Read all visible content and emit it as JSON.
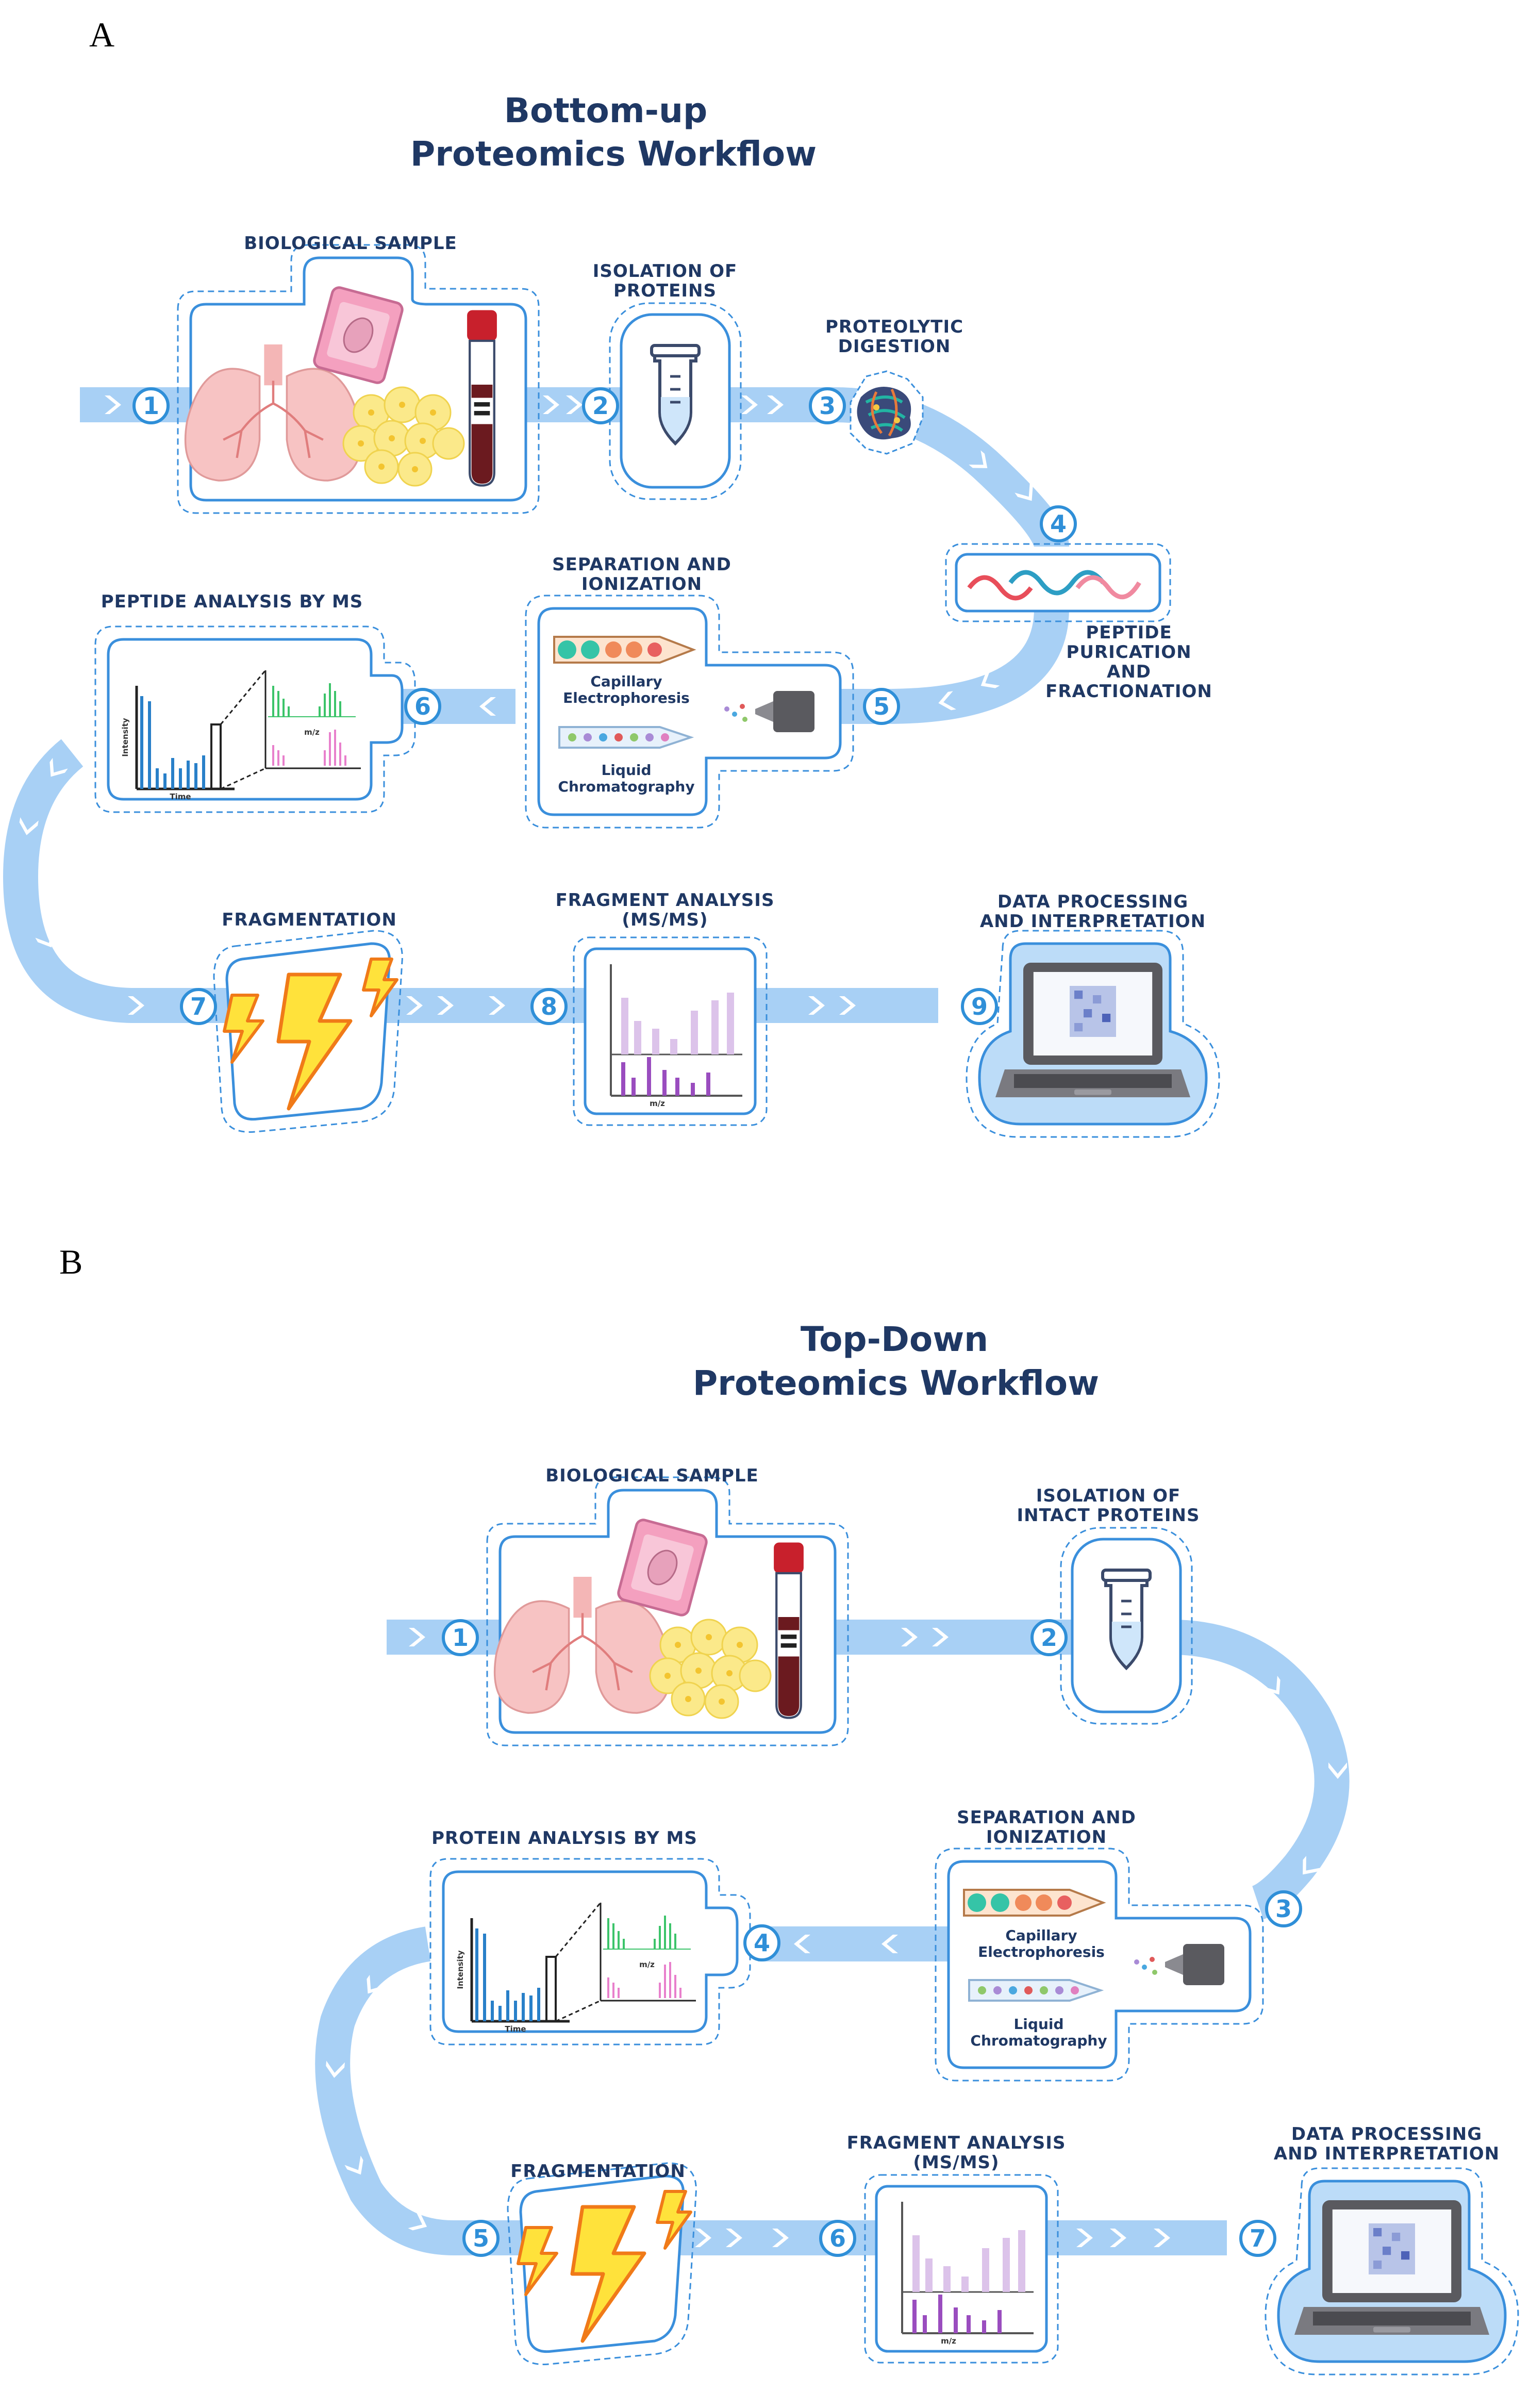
{
  "panel_a": {
    "letter": "A",
    "title_line1": "Bottom-up",
    "title_line2": "Proteomics Workflow",
    "steps": {
      "biological_sample": "BIOLOGICAL SAMPLE",
      "isolation_1": "ISOLATION OF",
      "isolation_2": "PROTEINS",
      "digestion_1": "PROTEOLYTIC",
      "digestion_2": "DIGESTION",
      "purification_1": "PEPTIDE",
      "purification_2": "PURICATION",
      "purification_3": "AND",
      "purification_4": "FRACTIONATION",
      "separation_1": "SEPARATION AND",
      "separation_2": "IONIZATION",
      "capillary_1": "Capillary",
      "capillary_2": "Electrophoresis",
      "liquid_1": "Liquid",
      "liquid_2": "Chromatography",
      "analysis": "PEPTIDE ANALYSIS BY MS",
      "fragmentation": "FRAGMENTATION",
      "fragment_1": "FRAGMENT ANALYSIS",
      "fragment_2": "(MS/MS)",
      "data_1": "DATA PROCESSING",
      "data_2": "AND INTERPRETATION"
    },
    "axis": {
      "intensity": "Intensity",
      "time": "Time",
      "mz": "m/z",
      "mz_frag": "m/z"
    },
    "numbers": [
      "1",
      "2",
      "3",
      "4",
      "5",
      "6",
      "7",
      "8",
      "9"
    ]
  },
  "panel_b": {
    "letter": "B",
    "title_line1": "Top-Down",
    "title_line2": "Proteomics Workflow",
    "steps": {
      "biological_sample": "BIOLOGICAL SAMPLE",
      "isolation_1": "ISOLATION OF",
      "isolation_2": "INTACT PROTEINS",
      "separation_1": "SEPARATION AND",
      "separation_2": "IONIZATION",
      "capillary_1": "Capillary",
      "capillary_2": "Electrophoresis",
      "liquid_1": "Liquid",
      "liquid_2": "Chromatography",
      "analysis": "PROTEIN ANALYSIS BY MS",
      "fragmentation": "FRAGMENTATION",
      "fragment_1": "FRAGMENT ANALYSIS",
      "fragment_2": "(MS/MS)",
      "data_1": "DATA PROCESSING",
      "data_2": "AND INTERPRETATION"
    },
    "axis": {
      "intensity": "Intensity",
      "time": "Time",
      "mz": "m/z",
      "mz_frag": "m/z"
    },
    "numbers": [
      "1",
      "2",
      "3",
      "4",
      "5",
      "6",
      "7"
    ]
  },
  "colors": {
    "title": "#1f3864",
    "flow": "#a8d0f5",
    "step_circle": "#2f8fd8",
    "frame": "#3a8fdc"
  }
}
